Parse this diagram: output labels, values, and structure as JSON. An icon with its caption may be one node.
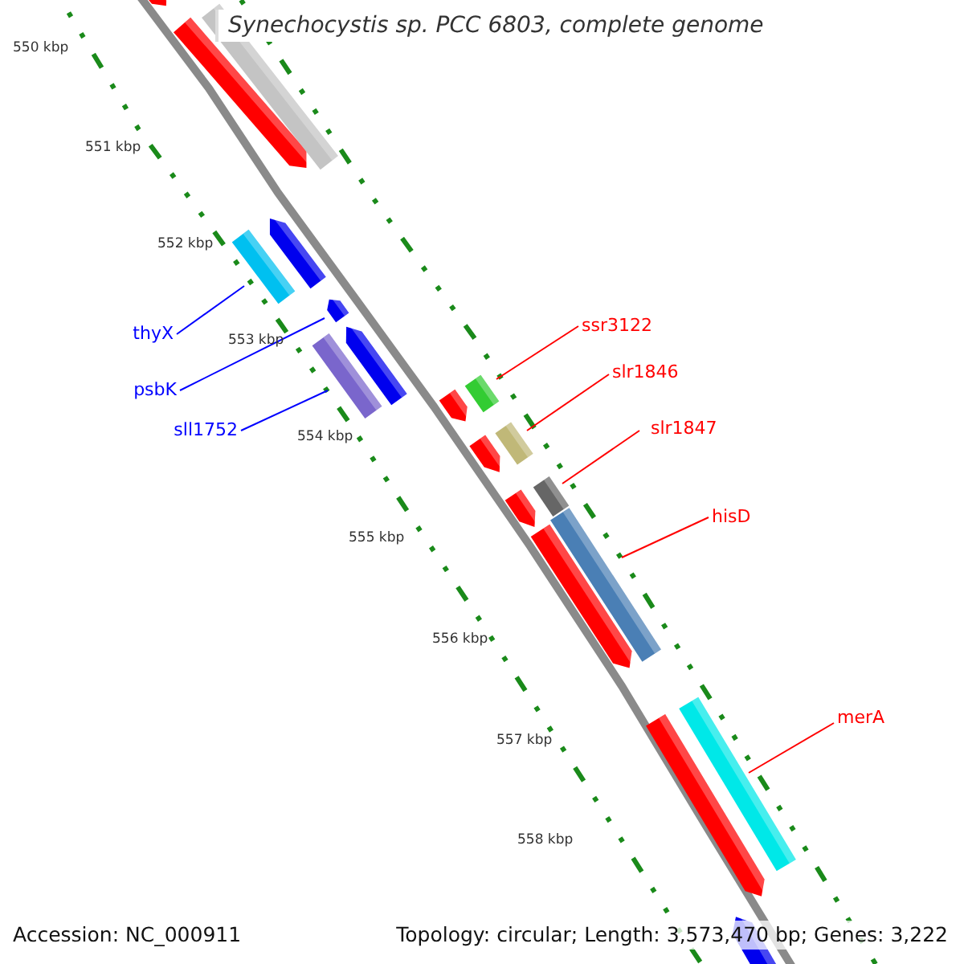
{
  "diagram": {
    "title": "Synechocystis sp. PCC 6803, complete genome",
    "nodes": [
      {
        "text": [
          "thyX"
        ]
      },
      {
        "text": [
          "psbK"
        ]
      },
      {
        "text": [
          "sll1752"
        ]
      },
      {
        "text": [
          "ssr3122"
        ]
      },
      {
        "text": [
          "slr1846"
        ]
      },
      {
        "text": [
          "slr1847"
        ]
      },
      {
        "text": [
          "hisD"
        ]
      },
      {
        "text": [
          "merA"
        ]
      },
      {
        "text": [],
        "shape": "bar"
      },
      {
        "text": [],
        "shape": "bar"
      },
      {
        "text": [],
        "shape": "bar"
      },
      {
        "text": [],
        "shape": "bar"
      },
      {
        "text": [],
        "shape": "bar"
      },
      {
        "text": [],
        "shape": "bar"
      },
      {
        "text": [],
        "shape": "bar"
      },
      {
        "text": [],
        "shape": "bar"
      }
    ],
    "edges": [
      {
        "from": 0,
        "to": 8,
        "arrow": "none",
        "color": "#0000ff"
      },
      {
        "from": 1,
        "to": 9,
        "arrow": "none",
        "color": "#0000ff"
      },
      {
        "from": 2,
        "to": 10,
        "arrow": "none",
        "color": "#0000ff"
      },
      {
        "from": 3,
        "to": 11,
        "arrow": "none"
      },
      {
        "from": 4,
        "to": 12,
        "arrow": "none"
      },
      {
        "from": 5,
        "to": 13,
        "arrow": "none"
      },
      {
        "from": 6,
        "to": 14,
        "arrow": "none"
      },
      {
        "from": 7,
        "to": 15,
        "arrow": "none"
      }
    ],
    "labels": [
      "550 kbp",
      "551 kbp",
      "552 kbp",
      "553 kbp",
      "554 kbp",
      "555 kbp",
      "556 kbp",
      "557 kbp",
      "558 kbp",
      "Accession: NC_000911",
      "Topology: circular; Length: 3,573,470 bp; Genes: 3,222"
    ]
  }
}
